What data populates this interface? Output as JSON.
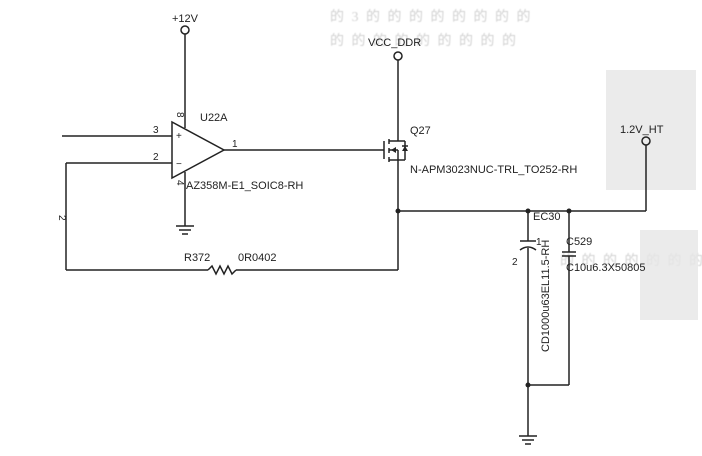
{
  "schematic": {
    "supply_12v": "+12V",
    "vcc_ddr": "VCC_DDR",
    "out_net": "1.2V_HT",
    "opamp": {
      "ref": "U22A",
      "part": "AZ358M-E1_SOIC8-RH",
      "pin_in_plus": "3",
      "pin_in_minus": "2",
      "pin_out": "1",
      "pin_vcc": "8",
      "pin_gnd": "4",
      "plus_sign": "+",
      "minus_sign": "−"
    },
    "mosfet": {
      "ref": "Q27",
      "part": "N-APM3023NUC-TRL_TO252-RH"
    },
    "resistor": {
      "ref": "R372",
      "value": "0R0402"
    },
    "ec30": {
      "ref": "EC30",
      "part": "CD1000u63EL11.5-RH",
      "pin1": "1",
      "pin2": "2"
    },
    "c529": {
      "ref": "C529",
      "part": "C10u6.3X50805"
    },
    "wire_pin_label": "2"
  },
  "background": {
    "line1": "的 3 的 的 的 的 的 的 的 的",
    "line2": "的 的 的 的 的 的 的 的 的",
    "line3": "的 的 的 的 的 的 的"
  }
}
